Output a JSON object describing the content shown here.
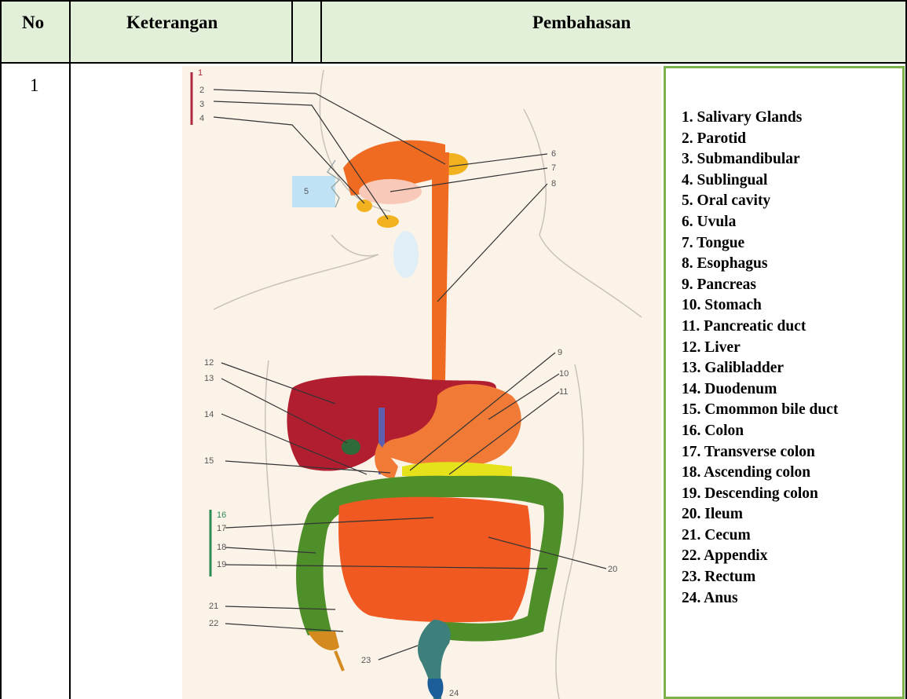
{
  "header": {
    "no": "No",
    "keterangan": "Keterangan",
    "pembahasan": "Pembahasan"
  },
  "rows": [
    {
      "no": "1"
    }
  ],
  "diagram": {
    "labels": [
      "1",
      "2",
      "3",
      "4",
      "5",
      "6",
      "7",
      "8",
      "9",
      "10",
      "11",
      "12",
      "13",
      "14",
      "15",
      "16",
      "17",
      "18",
      "19",
      "20",
      "21",
      "22",
      "23",
      "24"
    ]
  },
  "legend": [
    "1. Salivary Glands",
    "2. Parotid",
    "3. Submandibular",
    "4. Sublingual",
    "5. Oral cavity",
    "6. Uvula",
    "7. Tongue",
    "8. Esophagus",
    "9. Pancreas",
    "10. Stomach",
    "11. Pancreatic duct",
    "12. Liver",
    "13. Galibladder",
    "14. Duodenum",
    "15. Cmommon bile duct",
    "16. Colon",
    "17. Transverse colon",
    "18. Ascending colon",
    "19. Descending colon",
    "20. Ileum",
    "21. Cecum",
    "22. Appendix",
    "23. Rectum",
    "24. Anus"
  ]
}
